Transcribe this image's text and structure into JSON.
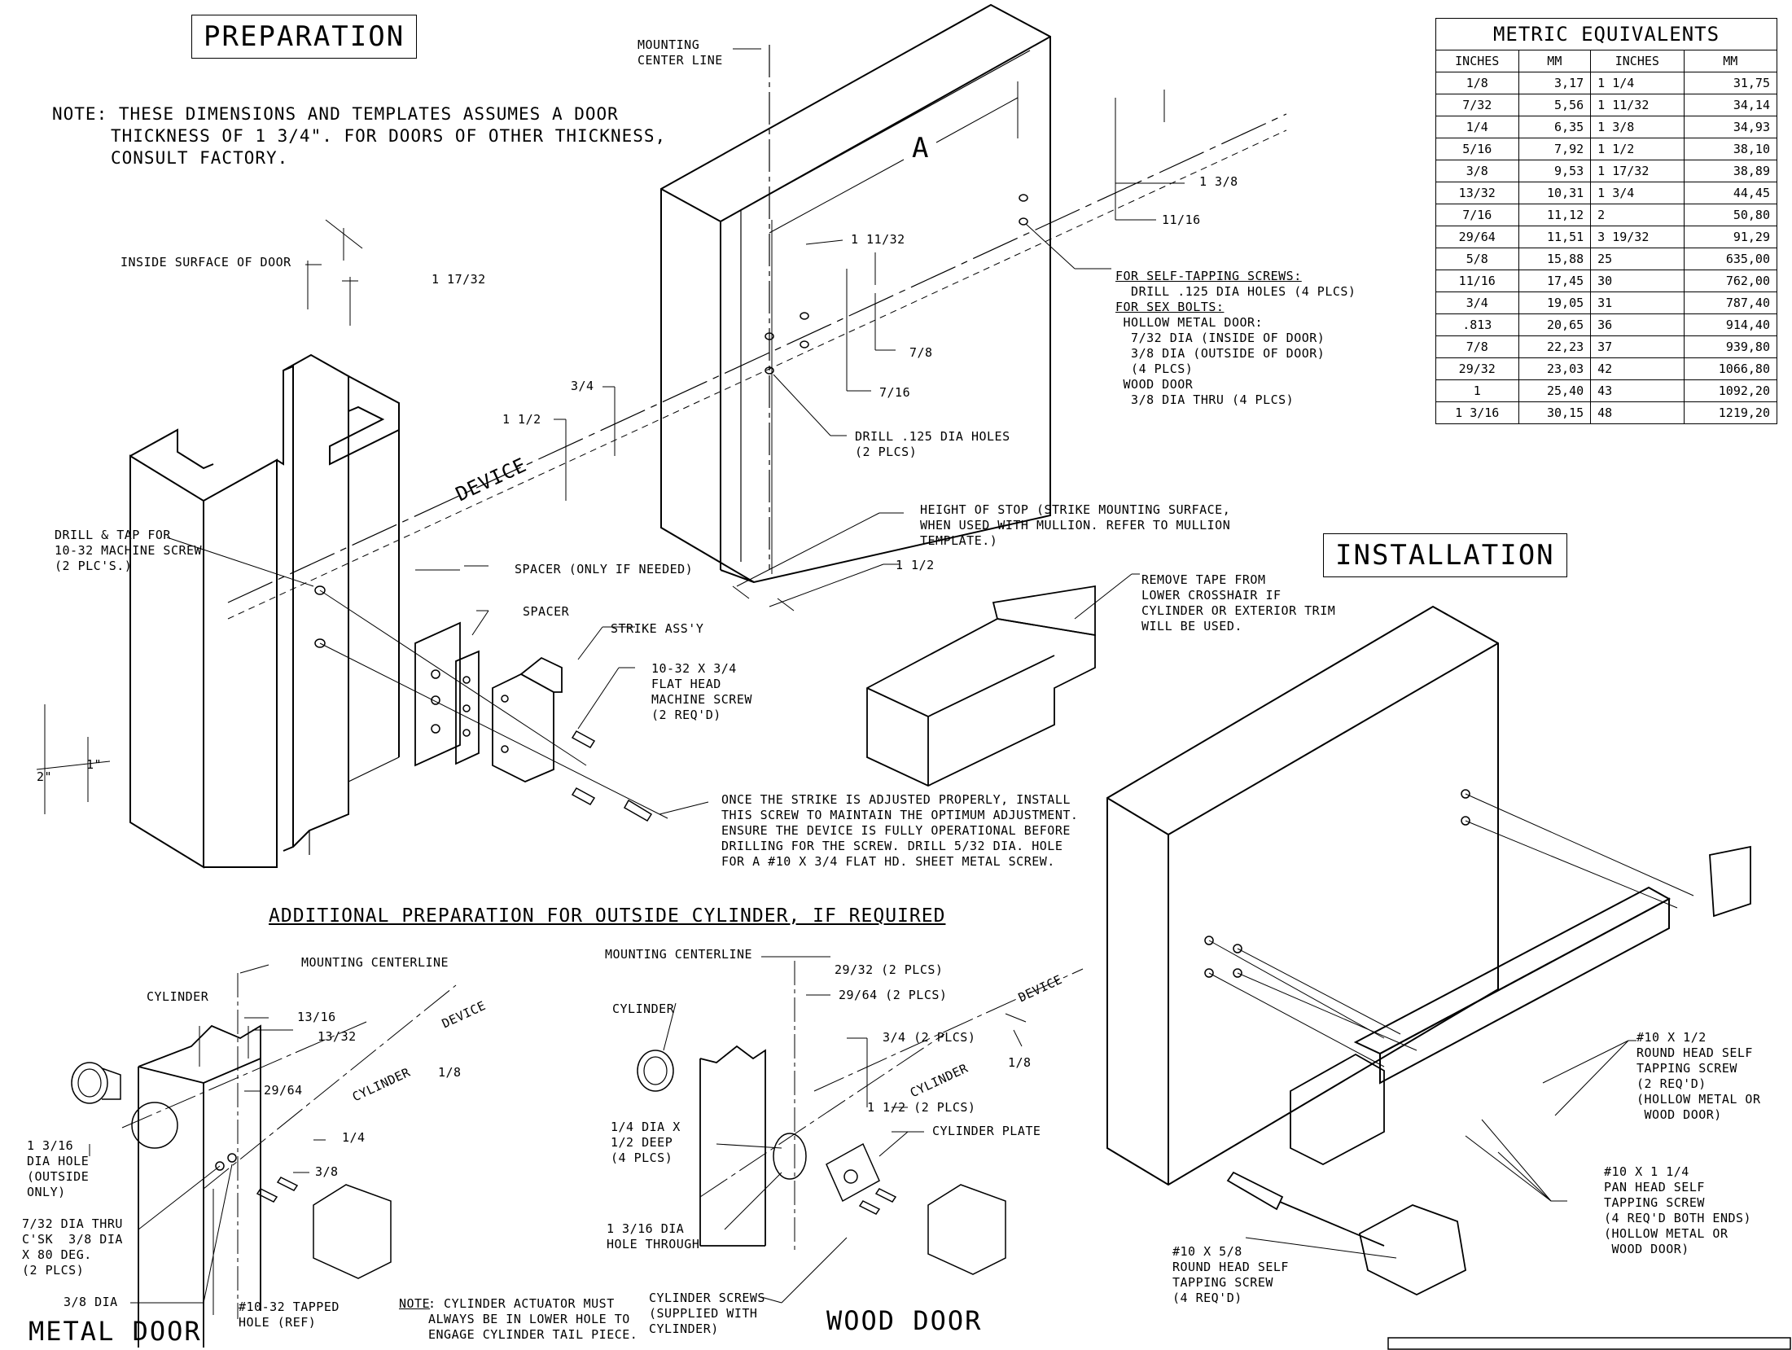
{
  "titles": {
    "preparation": "PREPARATION",
    "installation": "INSTALLATION",
    "additional": "ADDITIONAL PREPARATION FOR OUTSIDE CYLINDER, IF REQUIRED",
    "metal_door": "METAL DOOR",
    "wood_door": "WOOD DOOR"
  },
  "note": {
    "line1": "NOTE: THESE DIMENSIONS AND TEMPLATES ASSUMES A DOOR",
    "line2": "THICKNESS OF 1 3/4\". FOR DOORS OF OTHER THICKNESS,",
    "line3": "CONSULT FACTORY."
  },
  "metric_table": {
    "title": "METRIC EQUIVALENTS",
    "headers": [
      "INCHES",
      "MM",
      "INCHES",
      "MM"
    ],
    "rows": [
      [
        "1/8",
        "3,17",
        "1 1/4",
        "31,75"
      ],
      [
        "7/32",
        "5,56",
        "1 11/32",
        "34,14"
      ],
      [
        "1/4",
        "6,35",
        "1 3/8",
        "34,93"
      ],
      [
        "5/16",
        "7,92",
        "1 1/2",
        "38,10"
      ],
      [
        "3/8",
        "9,53",
        "1 17/32",
        "38,89"
      ],
      [
        "13/32",
        "10,31",
        "1 3/4",
        "44,45"
      ],
      [
        "7/16",
        "11,12",
        "2",
        "50,80"
      ],
      [
        "29/64",
        "11,51",
        "3 19/32",
        "91,29"
      ],
      [
        "5/8",
        "15,88",
        "25",
        "635,00"
      ],
      [
        "11/16",
        "17,45",
        "30",
        "762,00"
      ],
      [
        "3/4",
        "19,05",
        "31",
        "787,40"
      ],
      [
        ".813",
        "20,65",
        "36",
        "914,40"
      ],
      [
        "7/8",
        "22,23",
        "37",
        "939,80"
      ],
      [
        "29/32",
        "23,03",
        "42",
        "1066,80"
      ],
      [
        "1",
        "25,40",
        "43",
        "1092,20"
      ],
      [
        "1 3/16",
        "30,15",
        "48",
        "1219,20"
      ]
    ]
  },
  "prep_labels": {
    "mounting_center_line": "MOUNTING\nCENTER LINE",
    "dim_a": "A",
    "d_1_3_8": "1 3/8",
    "d_11_16": "11/16",
    "d_1_11_32": "1 11/32",
    "d_7_8": "7/8",
    "d_7_16": "7/16",
    "d_3_4": "3/4",
    "d_1_1_2": "1 1/2",
    "d_1_17_32": "1 17/32",
    "d_1_1_2b": "1 1/2",
    "d_2in": "2\"",
    "d_1in": "1\"",
    "device": "DEVICE",
    "inside_surface": "INSIDE SURFACE OF DOOR",
    "drill_tap": "DRILL & TAP FOR\n10-32 MACHINE SCREW\n(2 PLC'S.)",
    "self_tapping_title": "FOR SELF-TAPPING SCREWS:",
    "self_tapping_body": "  DRILL .125 DIA HOLES (4 PLCS)",
    "sex_bolts_title": "FOR SEX BOLTS:",
    "sex_bolts_body": " HOLLOW METAL DOOR:\n  7/32 DIA (INSIDE OF DOOR)\n  3/8 DIA (OUTSIDE OF DOOR)\n  (4 PLCS)\n WOOD DOOR\n  3/8 DIA THRU (4 PLCS)",
    "drill_125": "DRILL .125 DIA HOLES\n(2 PLCS)",
    "height_stop": "HEIGHT OF STOP (STRIKE MOUNTING SURFACE,\nWHEN USED WITH MULLION. REFER TO MULLION\nTEMPLATE.)",
    "spacer_if": "SPACER (ONLY IF NEEDED)",
    "spacer": "SPACER",
    "strike": "STRIKE ASS'Y",
    "flat_head": "10-32 X 3/4\nFLAT HEAD\nMACHINE SCREW\n(2 REQ'D)",
    "once_strike": "ONCE THE STRIKE IS ADJUSTED PROPERLY, INSTALL\nTHIS SCREW TO MAINTAIN THE OPTIMUM ADJUSTMENT.\nENSURE THE DEVICE IS FULLY OPERATIONAL BEFORE\nDRILLING FOR THE SCREW. DRILL 5/32 DIA. HOLE\nFOR A #10 X 3/4 FLAT HD. SHEET METAL SCREW.",
    "remove_tape": "REMOVE TAPE FROM\nLOWER CROSSHAIR IF\nCYLINDER OR EXTERIOR TRIM\nWILL BE USED."
  },
  "install_labels": {
    "round_head_half": "#10 X 1/2\nROUND HEAD SELF\nTAPPING SCREW\n(2 REQ'D)\n(HOLLOW METAL OR\n WOOD DOOR)",
    "pan_head": "#10 X 1 1/4\nPAN HEAD SELF\nTAPPING SCREW\n(4 REQ'D BOTH ENDS)\n(HOLLOW METAL OR\n WOOD DOOR)",
    "round_head_5_8": "#10 X 5/8\nROUND HEAD SELF\nTAPPING SCREW\n(4 REQ'D)"
  },
  "metal_labels": {
    "mounting_centerline": "MOUNTING CENTERLINE",
    "cylinder": "CYLINDER",
    "d_13_16": "13/16",
    "d_13_32": "13/32",
    "d_29_64": "29/64",
    "d_1_4": "1/4",
    "d_3_8": "3/8",
    "d_1_8": "1/8",
    "cylinder_axis": "CYLINDER",
    "device_axis": "DEVICE",
    "dia_hole": "1 3/16\nDIA HOLE\n(OUTSIDE\nONLY)",
    "thru": "7/32 DIA THRU\nC'SK  3/8 DIA\nX 80 DEG.\n(2 PLCS)",
    "dia_38": "3/8 DIA",
    "tapped": "#10-32 TAPPED\nHOLE (REF)",
    "note_title": "NOTE",
    "note_body": ": CYLINDER ACTUATOR MUST\nALWAYS BE IN LOWER HOLE TO\nENGAGE CYLINDER TAIL PIECE."
  },
  "wood_labels": {
    "mounting_centerline": "MOUNTING CENTERLINE",
    "d_29_32": "29/32 (2 PLCS)",
    "d_29_64": "29/64 (2 PLCS)",
    "cylinder": "CYLINDER",
    "d_3_4": "3/4 (2 PLCS)",
    "d_1_1_2": "1 1/2 (2 PLCS)",
    "d_1_8": "1/8",
    "cylinder_axis": "CYLINDER",
    "device_axis": "DEVICE",
    "dia_quarter": "1/4 DIA X\n1/2 DEEP\n(4 PLCS)",
    "cylinder_plate": "CYLINDER PLATE",
    "hole_through": "1 3/16 DIA\nHOLE THROUGH",
    "cylinder_screws": "CYLINDER SCREWS\n(SUPPLIED WITH\nCYLINDER)"
  }
}
